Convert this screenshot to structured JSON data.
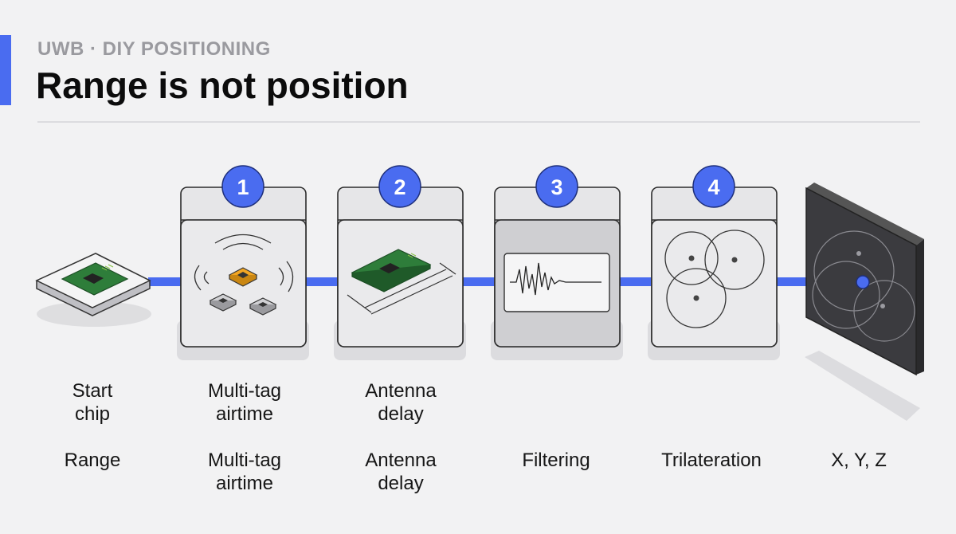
{
  "header": {
    "eyebrow": "UWB · DIY POSITIONING",
    "title": "Range is not position"
  },
  "steps": [
    {
      "number": "1",
      "icon": "multi-tag-airtime-icon"
    },
    {
      "number": "2",
      "icon": "antenna-delay-icon"
    },
    {
      "number": "3",
      "icon": "filtering-waveform-icon"
    },
    {
      "number": "4",
      "icon": "trilateration-circles-icon"
    }
  ],
  "labels_top": [
    "Start\nchip",
    "Multi-tag\nairtime",
    "Antenna\ndelay"
  ],
  "labels_bottom": [
    "Range",
    "Multi-tag\nairtime",
    "Antenna\ndelay",
    "Filtering",
    "Trilateration",
    "X, Y, Z"
  ],
  "colors": {
    "accent": "#4a6cf0",
    "chip_green": "#2e7d3a",
    "highlight_orange": "#f2a623",
    "output_panel": "#3a3a3e"
  }
}
